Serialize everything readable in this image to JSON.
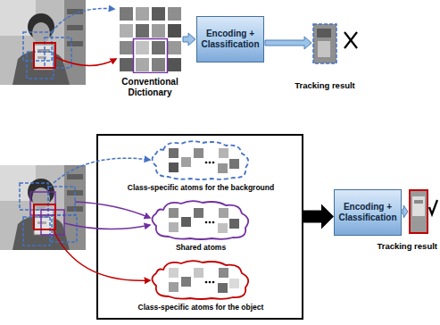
{
  "diagram": {
    "nodes": [
      {
        "text": [
          "Conventional Dictionary"
        ]
      },
      {
        "text": [
          "Encoding + Classification"
        ]
      },
      {
        "text": [
          "Tracking result"
        ]
      },
      {
        "text": [
          "Class-specific atoms for the background"
        ]
      },
      {
        "text": [
          "Shared atoms"
        ]
      },
      {
        "text": [
          "Class-specific atoms for the object"
        ]
      },
      {
        "text": [
          "Encoding + Classification"
        ]
      },
      {
        "text": [
          "Tracking result"
        ]
      }
    ],
    "edges": [
      {
        "from": 0,
        "to": 1,
        "arrow": "to"
      },
      {
        "from": 1,
        "to": 2,
        "arrow": "to"
      },
      {
        "from": 4,
        "to": 6,
        "arrow": "to"
      },
      {
        "from": 6,
        "to": 7,
        "arrow": "to"
      }
    ]
  }
}
